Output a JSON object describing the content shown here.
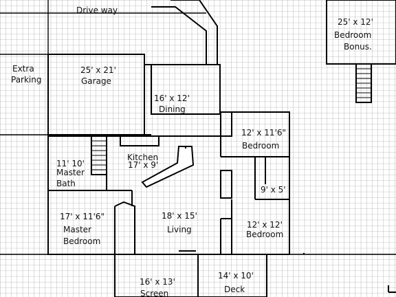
{
  "labels": {
    "driveway": "Drive way",
    "bonus_size": "25' x 12'",
    "bonus_name": "Bedroom",
    "bonus_name2": "Bonus.",
    "extra_parking_1": "Extra",
    "extra_parking_2": "Parking",
    "garage_size": "25' x 21'",
    "garage_name": "Garage",
    "dining_size": "16' x 12'",
    "dining_name": "Dining",
    "bedroom1_size": "12' x 11'6\"",
    "bedroom1_name": "Bedroom",
    "master_bath_size": "11' 10'",
    "master_bath_name1": "Master",
    "master_bath_name2": "Bath",
    "kitchen_name": "Kitchen",
    "kitchen_size": "17' x 9'",
    "closet_size": "9' x 5'",
    "master_bed_size": "17' x 11'6\"",
    "master_bed_name1": "Master",
    "master_bed_name2": "Bedroom",
    "living_size": "18' x 15'",
    "living_name": "Living",
    "bedroom2_size": "12' x 12'",
    "bedroom2_name": "Bedroom",
    "screen_size": "16' x 13'",
    "screen_name": "Screen",
    "deck_size": "14' x 10'",
    "deck_name": "Deck"
  }
}
